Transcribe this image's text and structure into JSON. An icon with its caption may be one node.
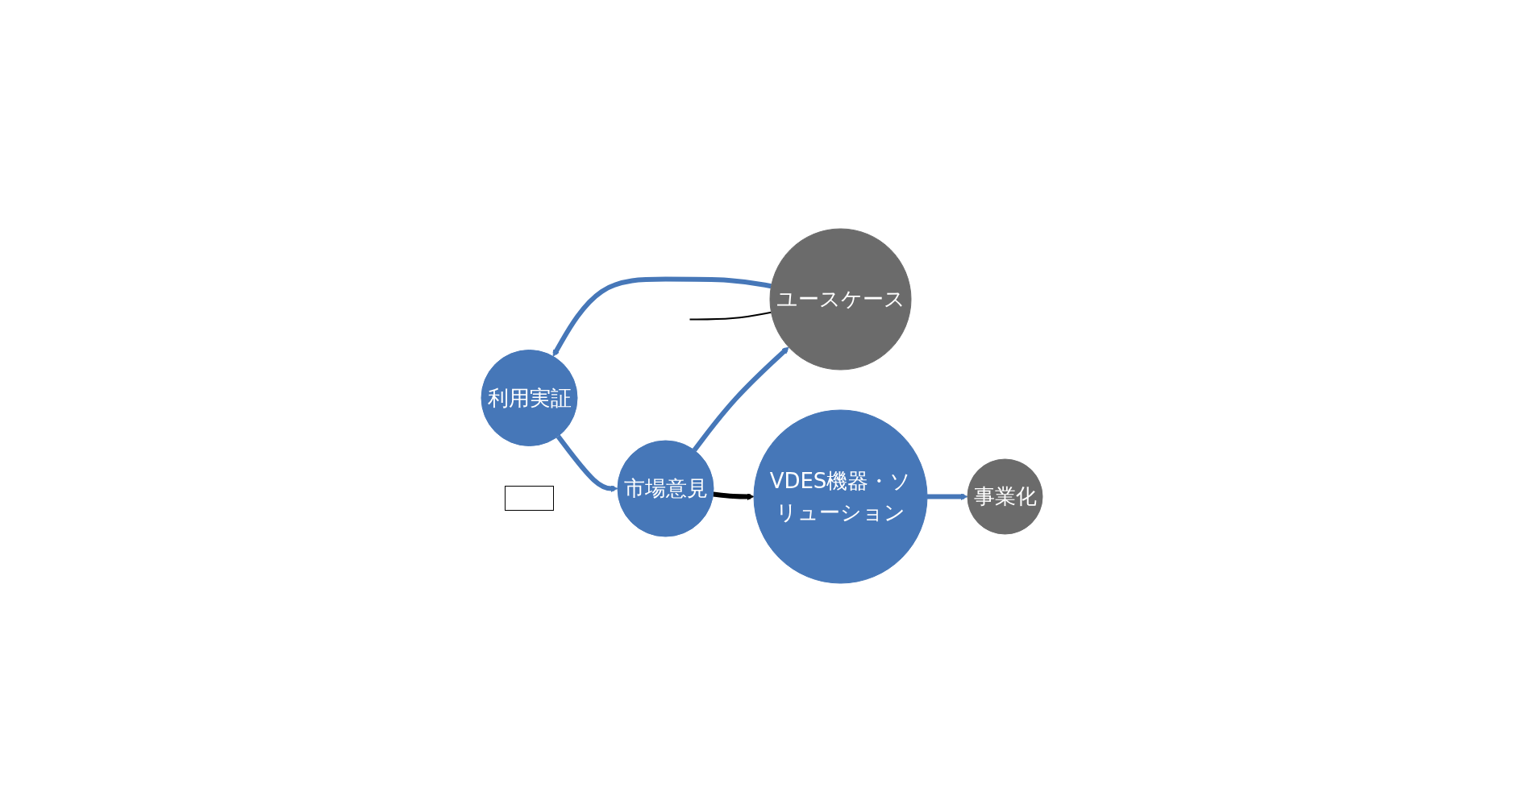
{
  "diagram": {
    "nodes": [
      {
        "text": [
          "利用実証"
        ]
      },
      {
        "text": [
          "市場意見"
        ]
      },
      {
        "text": [
          "ユースケース"
        ]
      },
      {
        "text": [
          "VDES機器・ソリューション"
        ]
      },
      {
        "text": [
          "事業化"
        ]
      },
      {
        "text": [],
        "shape": "box"
      }
    ],
    "edges": [
      {
        "from": 0,
        "to": 1,
        "arrow": "to"
      },
      {
        "from": 1,
        "to": 2,
        "arrow": "to"
      },
      {
        "from": 2,
        "to": 0,
        "arrow": "to"
      },
      {
        "from": 1,
        "to": 3,
        "arrow": "to",
        "color": "#000000"
      },
      {
        "from": 3,
        "to": 4,
        "arrow": "to"
      },
      {
        "from": null,
        "to": 2,
        "arrow": "none",
        "color": "#000000"
      }
    ]
  }
}
